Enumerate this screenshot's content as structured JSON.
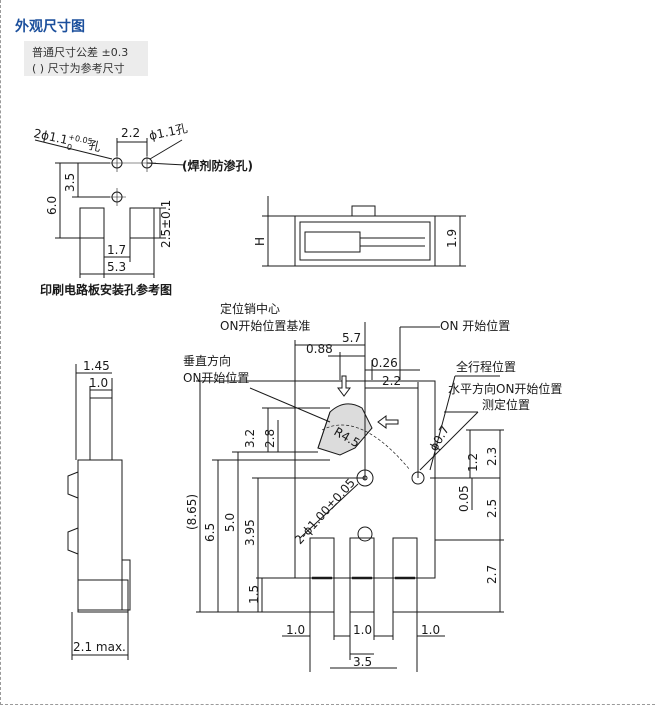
{
  "header": {
    "title": "外观尺寸图"
  },
  "tolerance": {
    "line1": "普通尺寸公差 ±0.3",
    "line2": "( ) 尺寸为参考尺寸"
  },
  "pcb": {
    "hole_2": "2ϕ1.1",
    "hole_2_tol_upper": "+0.05",
    "hole_2_tol_lower": "0",
    "hole_2_suffix": "孔",
    "dim_22": "2.2",
    "hole_1": "ϕ1.1孔",
    "solder_note": "(焊剂防渗孔)",
    "dim_60": "6.0",
    "dim_35": "3.5",
    "dim_25": "2.5±0.1",
    "dim_17": "1.7",
    "dim_53": "5.3",
    "caption": "印刷电路板安装孔参考图"
  },
  "top_view": {
    "dim_h": "H",
    "dim_19": "1.9"
  },
  "side_view": {
    "dim_145": "1.45",
    "dim_10": "1.0",
    "dim_21": "2.1 max."
  },
  "front_view": {
    "locator_1": "定位销中心",
    "locator_2": "ON开始位置基准",
    "dim_57": "5.7",
    "dim_088": "0.88",
    "dim_026": "0.26",
    "dim_22": "2.2",
    "on_start": "ON 开始位置",
    "vertical_1": "垂直方向",
    "vertical_2": "ON开始位置",
    "full_travel": "全行程位置",
    "horizontal_1": "水平方向ON开始位置",
    "horizontal_2": "测定位置",
    "r45": "R4.5",
    "phi07": "ϕ0.7",
    "dim_32": "3.2",
    "dim_28": "2.8",
    "dim_12": "1.2",
    "dim_23": "2.3",
    "dim_865": "(8.65)",
    "dim_65": "6.5",
    "dim_50": "5.0",
    "dim_395": "3.95",
    "dim_005": "0.05",
    "dim_25": "2.5",
    "pin_holes": "2-ϕ1.00±0.05",
    "dim_15": "1.5",
    "dim_27": "2.7",
    "dim_10a": "1.0",
    "dim_10b": "1.0",
    "dim_10c": "1.0",
    "dim_35": "3.5"
  }
}
